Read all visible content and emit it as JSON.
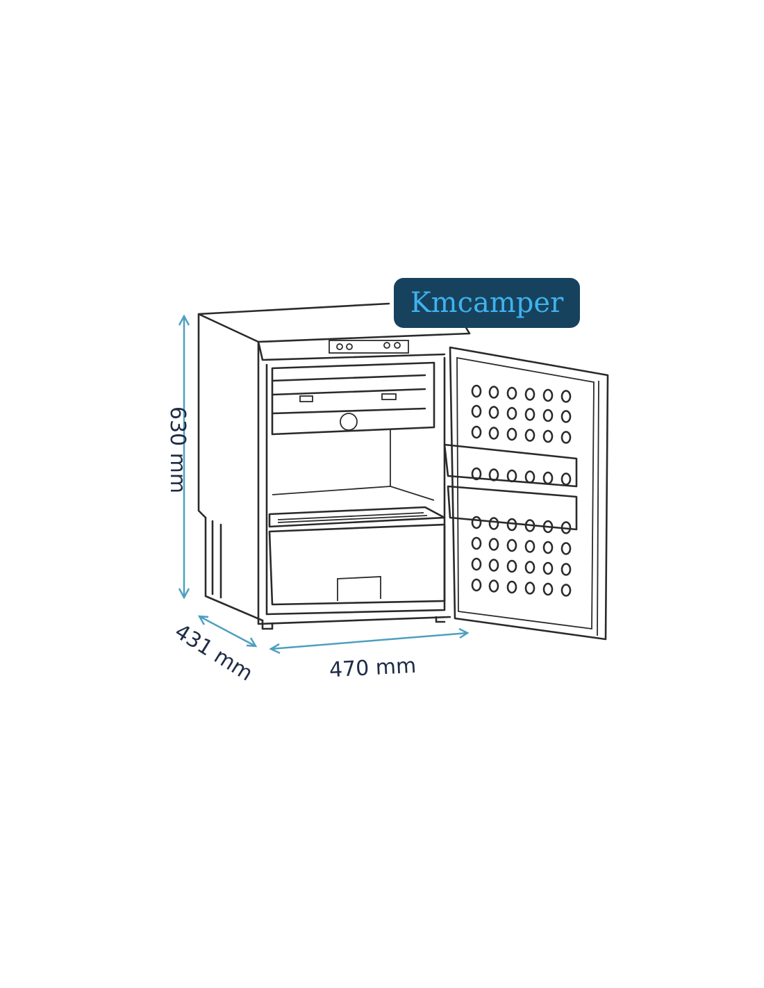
{
  "brand": {
    "name": "Kmcamper"
  },
  "dimensions": {
    "height": "630 mm",
    "depth": "431 mm",
    "width": "470 mm"
  },
  "colors": {
    "dimension_line": "#4d9fc0",
    "badge_bg": "#17425e",
    "badge_text": "#3fb3ee",
    "label_text": "#1f2c46"
  }
}
